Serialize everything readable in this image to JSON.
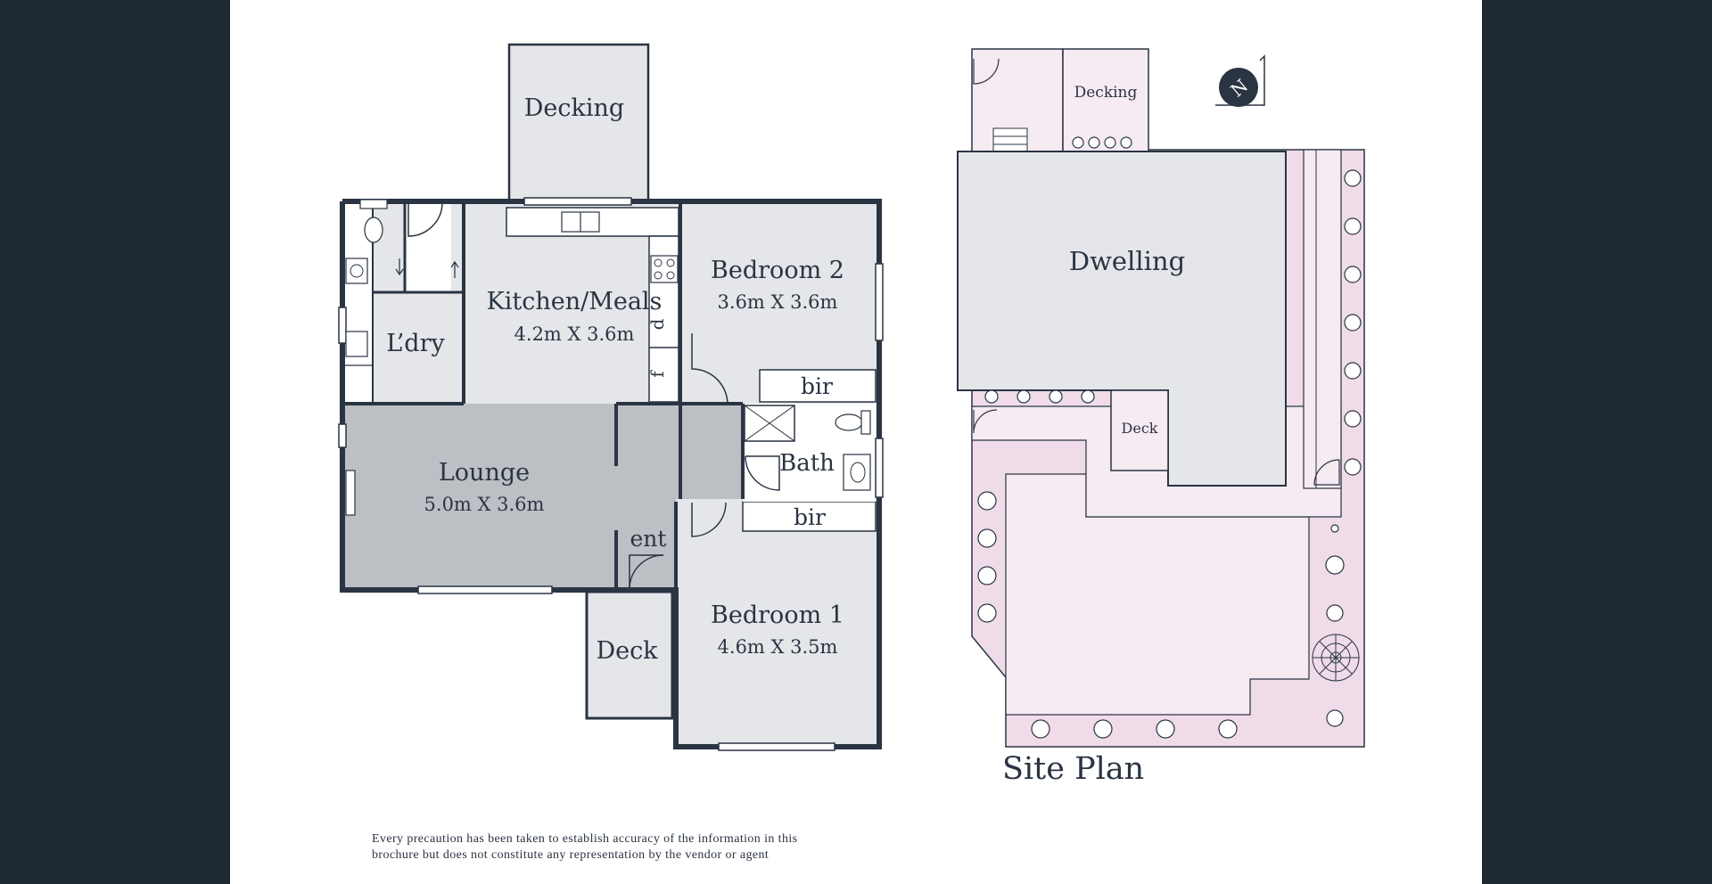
{
  "floor_plan": {
    "decking_top": "Decking",
    "kitchen": {
      "name": "Kitchen/Meals",
      "dims": "4.2m X 3.6m"
    },
    "bedroom2": {
      "name": "Bedroom 2",
      "dims": "3.6m X 3.6m"
    },
    "laundry": "L’dry",
    "lounge": {
      "name": "Lounge",
      "dims": "5.0m X 3.6m"
    },
    "bath": "Bath",
    "bir_top": "bir",
    "bir_bottom": "bir",
    "entry": "ent",
    "deck": "Deck",
    "bedroom1": {
      "name": "Bedroom 1",
      "dims": "4.6m X 3.5m"
    },
    "dishwasher": "d",
    "fridge": "f"
  },
  "site_plan": {
    "title": "Site Plan",
    "dwelling": "Dwelling",
    "decking": "Decking",
    "deck": "Deck",
    "north_marker": "N"
  },
  "disclaimer": {
    "line1": "Every precaution has been taken to establish accuracy of the information in this",
    "line2": "brochure but does not constitute any representation by the vendor or agent"
  },
  "colors": {
    "background": "#1f2933",
    "sheet": "#ffffff",
    "wall": "#2a3442",
    "room_fill": "#e4e6e9",
    "lounge_fill": "#bcbfc4",
    "garden_fill": "#f0dbe8",
    "path_fill": "#f6ebf2"
  }
}
